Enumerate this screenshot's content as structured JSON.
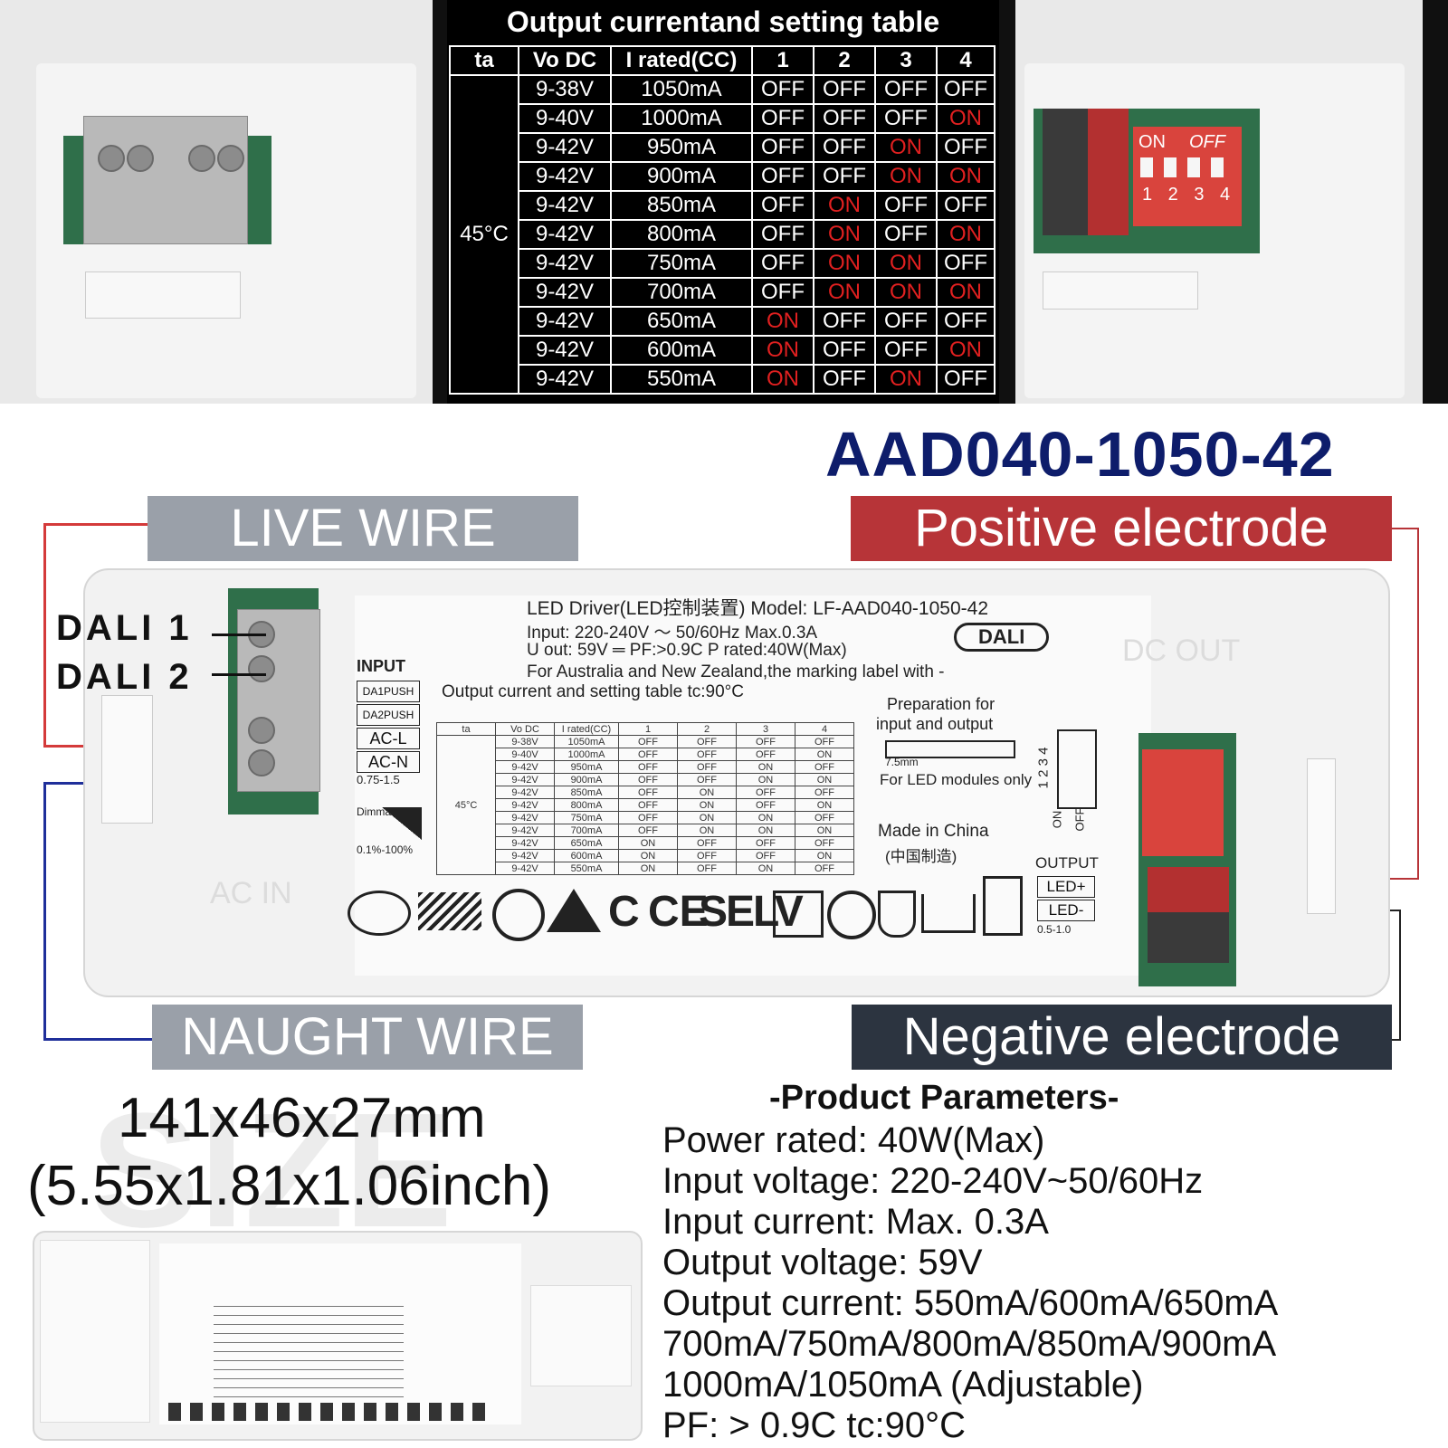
{
  "setting_table": {
    "title": "Output currentand setting table",
    "headers": [
      "ta",
      "Vo DC",
      "I rated(CC)",
      "1",
      "2",
      "3",
      "4"
    ],
    "ta_value": "45°C",
    "rows": [
      [
        "9-38V",
        "1050mA",
        "OFF",
        "OFF",
        "OFF",
        "OFF"
      ],
      [
        "9-40V",
        "1000mA",
        "OFF",
        "OFF",
        "OFF",
        "ON"
      ],
      [
        "9-42V",
        "950mA",
        "OFF",
        "OFF",
        "ON",
        "OFF"
      ],
      [
        "9-42V",
        "900mA",
        "OFF",
        "OFF",
        "ON",
        "ON"
      ],
      [
        "9-42V",
        "850mA",
        "OFF",
        "ON",
        "OFF",
        "OFF"
      ],
      [
        "9-42V",
        "800mA",
        "OFF",
        "ON",
        "OFF",
        "ON"
      ],
      [
        "9-42V",
        "750mA",
        "OFF",
        "ON",
        "ON",
        "OFF"
      ],
      [
        "9-42V",
        "700mA",
        "OFF",
        "ON",
        "ON",
        "ON"
      ],
      [
        "9-42V",
        "650mA",
        "ON",
        "OFF",
        "OFF",
        "OFF"
      ],
      [
        "9-42V",
        "600mA",
        "ON",
        "OFF",
        "OFF",
        "ON"
      ],
      [
        "9-42V",
        "550mA",
        "ON",
        "OFF",
        "ON",
        "OFF"
      ]
    ],
    "on_color": "#e02020"
  },
  "photo_dip": {
    "on": "ON",
    "off": "OFF",
    "numbers": "1 2 3 4"
  },
  "model_title": "AAD040-1050-42",
  "labels": {
    "live": "LIVE WIRE",
    "naught": "NAUGHT WIRE",
    "positive": "Positive electrode",
    "negative": "Negative electrode",
    "dali1": "DALI 1",
    "dali2": "DALI 2"
  },
  "colors": {
    "live": "#d43a3a",
    "naught": "#1f2f9a",
    "model": "#0e1d6b",
    "positive_bg": "#b73438",
    "negative_bg": "#2c3440",
    "label_bg": "#9aa0a9"
  },
  "driver_label": {
    "line1": "LED Driver(LED控制装置)   Model: LF-AAD040-1050-42",
    "line2": "Input: 220-240V ～ 50/60Hz Max.0.3A",
    "line3": "U out: 59V  ═  PF:>0.9C    P rated:40W(Max)",
    "line4": "For Australia and New Zealand,the marking label with -",
    "line5": "Output current and setting table          tc:90°C",
    "dali_logo": "DALI",
    "input_title": "INPUT",
    "input_terms": [
      "DA1PUSH",
      "DA2PUSH",
      "AC-L",
      "AC-N"
    ],
    "input_wire": "0.75-1.5",
    "dimmable": "Dimmable",
    "dim_range": "0.1%-100%",
    "prep1": "Preparation for",
    "prep2": "input and output",
    "strip": "7.5mm",
    "led_only": "For LED modules only",
    "made_in": "Made in China",
    "made_in_cn": "(中国制造)",
    "output_title": "OUTPUT",
    "output_terms": [
      "LED+",
      "LED-"
    ],
    "output_wire": "0.5-1.0",
    "dip_on": "ON",
    "dip_off": "OFF",
    "dip_nums": "1 2 3 4",
    "cert_selv": "SELV",
    "cert_c": "C",
    "cert_ce": "CE",
    "ac_in": "AC IN",
    "dc_out": "DC OUT"
  },
  "size": {
    "metric": "141x46x27mm",
    "imperial": "(5.55x1.81x1.06inch)",
    "watermark": "SIZE"
  },
  "params": {
    "title": "-Product Parameters-",
    "lines": [
      "Power rated: 40W(Max)",
      "Input voltage: 220-240V~50/60Hz",
      "Input current: Max. 0.3A",
      "Output voltage: 59V",
      "Output current: 550mA/600mA/650mA",
      "700mA/750mA/800mA/850mA/900mA",
      "1000mA/1050mA  (Adjustable)",
      "PF: > 0.9C    tc:90°C"
    ]
  }
}
